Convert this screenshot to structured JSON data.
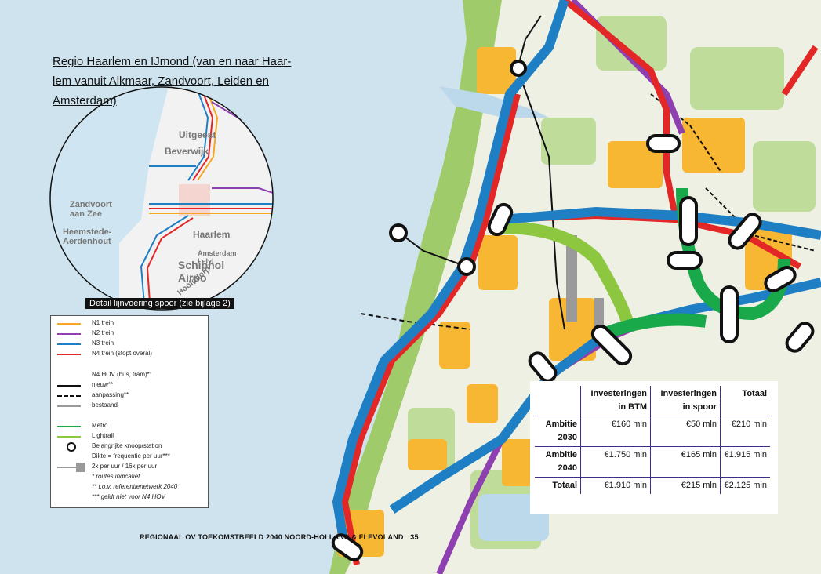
{
  "title": "Regio Haarlem en IJmond (van en naar Haar-lem vanuit Alkmaar, Zandvoort, Leiden en Amsterdam)",
  "inset": {
    "label": "Detail lijnvoering spoor (zie bijlage 2)",
    "places": [
      "Uitgeest",
      "Beverwijk",
      "Zandvoort aan Zee",
      "Heemstede-Aerdenhout",
      "Haarlem",
      "Amsterdam Lelyl",
      "Schiphol Airpo",
      "Hoofddorp"
    ]
  },
  "legend": {
    "items": [
      {
        "label": "N1 trein",
        "color": "#f5a623",
        "style": "solid"
      },
      {
        "label": "N2 trein",
        "color": "#8e3fb0",
        "style": "solid"
      },
      {
        "label": "N3 trein",
        "color": "#1f7fc4",
        "style": "solid"
      },
      {
        "label": "N4 trein (stopt overal)",
        "color": "#e32626",
        "style": "solid"
      },
      {
        "label": "N4 HOV (bus, tram)*:",
        "color": "",
        "style": "heading"
      },
      {
        "label": "nieuw**",
        "color": "#111111",
        "style": "solid"
      },
      {
        "label": "aanpassing**",
        "color": "#111111",
        "style": "dashed"
      },
      {
        "label": "bestaand",
        "color": "#999999",
        "style": "solid"
      },
      {
        "label": "Metro",
        "color": "#19a84a",
        "style": "solid"
      },
      {
        "label": "Lightrail",
        "color": "#8dc63f",
        "style": "solid"
      },
      {
        "label": "Belangrijke knoop/station",
        "color": "#111111",
        "style": "node"
      },
      {
        "label": "Dikte = frequentie per uur***",
        "color": "",
        "style": "text"
      },
      {
        "label": "2x per uur / 16x per uur",
        "color": "#999999",
        "style": "thickness"
      },
      {
        "label": "* routes indicatief",
        "color": "",
        "style": "note"
      },
      {
        "label": "** t.o.v. referentienetwerk 2040",
        "color": "",
        "style": "note"
      },
      {
        "label": "*** geldt niet voor N4 HOV",
        "color": "",
        "style": "note"
      }
    ]
  },
  "footer": {
    "text": "REGIONAAL OV TOEKOMSTBEELD 2040 NOORD-HOLLAND & FLEVOLAND",
    "page": "35"
  },
  "table": {
    "headers": [
      "",
      "Investeringen in BTM",
      "Investeringen in spoor",
      "Totaal"
    ],
    "rows": [
      {
        "label": "Ambitie 2030",
        "btm": "€160 mln",
        "spoor": "€50 mln",
        "totaal": "€210 mln"
      },
      {
        "label": "Ambitie 2040",
        "btm": "€1.750 mln",
        "spoor": "€165 mln",
        "totaal": "€1.915 mln"
      },
      {
        "label": "Totaal",
        "btm": "€1.910 mln",
        "spoor": "€215 mln",
        "totaal": "€2.125 mln"
      }
    ]
  }
}
